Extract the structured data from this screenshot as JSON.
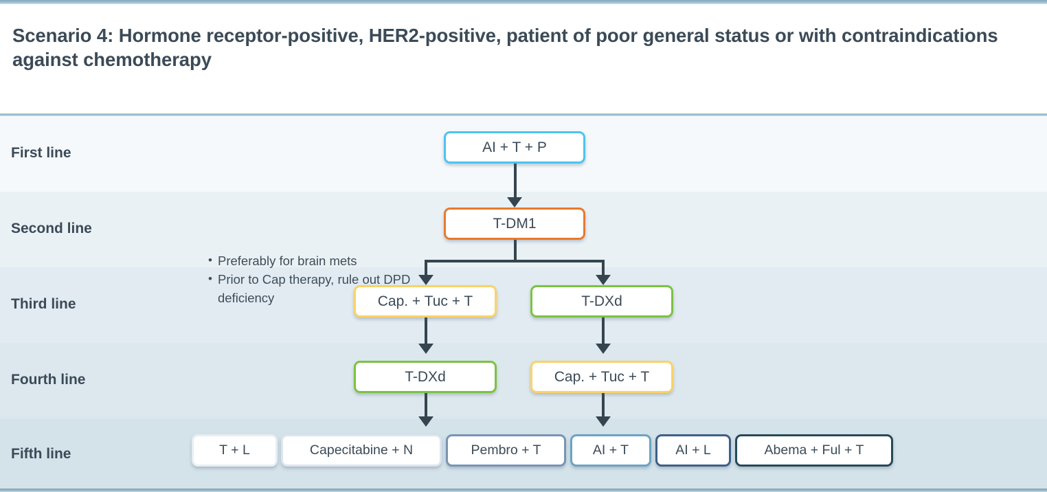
{
  "header": {
    "title": "Scenario 4: Hormone receptor-positive, HER2-positive, patient of poor general status or with contraindications against chemotherapy"
  },
  "colors": {
    "accent_rule": "#8fb4c7",
    "text": "#3b4a57",
    "connector": "#35454f",
    "first_line_border": "#4ec3f0",
    "second_line_border": "#e8792c",
    "cap_tuc_border": "#fbd266",
    "tdxd_border": "#7cc242",
    "fifth_1_border": "#e4eaef",
    "fifth_2_border": "#d7e2ea",
    "fifth_3_border": "#7795b2",
    "fifth_4_border": "#6ba3c4",
    "fifth_5_border": "#3d5f87",
    "fifth_6_border": "#254a58"
  },
  "rows": [
    {
      "label": "First line"
    },
    {
      "label": "Second line"
    },
    {
      "label": "Third line"
    },
    {
      "label": "Fourth line"
    },
    {
      "label": "Fifth line"
    }
  ],
  "notes": {
    "items": [
      {
        "bullet": "•",
        "text": "Preferably for brain mets"
      },
      {
        "bullet": "•",
        "text": "Prior to Cap therapy, rule out DPD deficiency"
      }
    ]
  },
  "chart_data": {
    "type": "diagram",
    "title": "Scenario 4: Hormone receptor-positive, HER2-positive, patient of poor general status or with contraindications against chemotherapy",
    "lines": [
      {
        "line": "First line",
        "nodes": [
          {
            "label": "AI + T + P"
          }
        ]
      },
      {
        "line": "Second line",
        "nodes": [
          {
            "label": "T-DM1"
          }
        ]
      },
      {
        "line": "Third line",
        "nodes": [
          {
            "label": "Cap. + Tuc + T"
          },
          {
            "label": "T-DXd"
          }
        ]
      },
      {
        "line": "Fourth line",
        "nodes": [
          {
            "label": "T-DXd"
          },
          {
            "label": "Cap. + Tuc + T"
          }
        ]
      },
      {
        "line": "Fifth line",
        "nodes": [
          {
            "label": "T + L"
          },
          {
            "label": "Capecitabine + N"
          },
          {
            "label": "Pembro + T"
          },
          {
            "label": "AI + T"
          },
          {
            "label": "AI + L"
          },
          {
            "label": "Abema + Ful + T"
          }
        ]
      }
    ],
    "edges": [
      {
        "from": "AI + T + P",
        "to": "T-DM1"
      },
      {
        "from": "T-DM1",
        "to": "Cap. + Tuc + T"
      },
      {
        "from": "T-DM1",
        "to": "T-DXd"
      },
      {
        "from": "Cap. + Tuc + T",
        "to": "T-DXd"
      },
      {
        "from": "T-DXd",
        "to": "Cap. + Tuc + T"
      }
    ]
  },
  "nodes": {
    "n1": "AI + T + P",
    "n2": "T-DM1",
    "n3a": "Cap. + Tuc + T",
    "n3b": "T-DXd",
    "n4a": "T-DXd",
    "n4b": "Cap. + Tuc + T",
    "n5a": "T + L",
    "n5b": "Capecitabine + N",
    "n5c": "Pembro + T",
    "n5d": "AI + T",
    "n5e": "AI + L",
    "n5f": "Abema + Ful + T"
  }
}
